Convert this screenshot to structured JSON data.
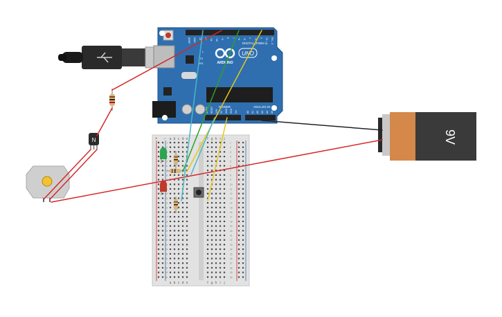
{
  "arduino": {
    "brand": "ARDUINO",
    "model": "UNO",
    "digital_label": "DIGITAL (PWM~)",
    "analog_label": "ANALOG IN",
    "power_label": "POWER",
    "led_l": "L",
    "led_tx": "TX",
    "led_rx": "RX",
    "digital_pins": [
      "AREF",
      "GND",
      "13",
      "12",
      "~11",
      "~10",
      "~9",
      "8",
      "7",
      "~6",
      "~5",
      "4",
      "~3",
      "2",
      "TX→1",
      "RX←0"
    ],
    "power_pins": [
      "IOREF",
      "RESET",
      "3.3V",
      "5V",
      "GND",
      "GND",
      "Vin"
    ],
    "analog_pins": [
      "A0",
      "A1",
      "A2",
      "A3",
      "A4",
      "A5"
    ],
    "board_color": "#2f6fb0"
  },
  "battery": {
    "label": "9V",
    "color_body": "#3a3a3a",
    "color_cap": "#d4894a"
  },
  "transistor": {
    "label": "N"
  },
  "breadboard": {
    "col_letters_left": [
      "a",
      "b",
      "c",
      "d",
      "e"
    ],
    "col_letters_right": [
      "f",
      "g",
      "h",
      "i",
      "j"
    ],
    "plus": "+",
    "minus": "−",
    "rows": 30
  },
  "wire_colors": {
    "red": "#d62728",
    "black": "#222222",
    "green": "#2ca02c",
    "yellow": "#e6c619",
    "teal": "#46b8c8"
  }
}
